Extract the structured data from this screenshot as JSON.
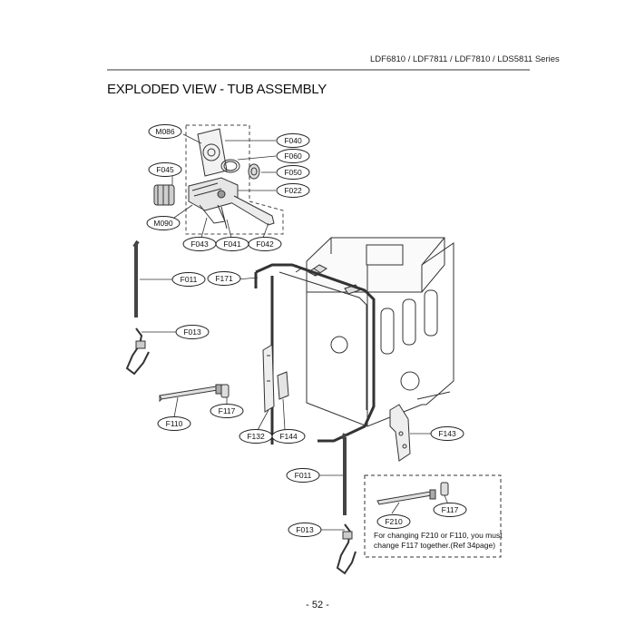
{
  "header": {
    "series": "LDF6810 / LDF7811 / LDF7810 / LDS5811 Series",
    "title": "EXPLODED VIEW - TUB ASSEMBLY"
  },
  "labels": {
    "M086": "M086",
    "F040": "F040",
    "F060": "F060",
    "F050": "F050",
    "F022": "F022",
    "F045": "F045",
    "M090": "M090",
    "F043": "F043",
    "F041": "F041",
    "F042": "F042",
    "F011_top": "F011",
    "F171": "F171",
    "F013_top": "F013",
    "F110": "F110",
    "F117_top": "F117",
    "F132": "F132",
    "F144": "F144",
    "F143": "F143",
    "F011_bottom": "F011",
    "F117_box": "F117",
    "F210": "F210",
    "F013_bottom": "F013"
  },
  "note": "For changing F210 or F110, you must change F117 together.(Ref 34page)",
  "footer": {
    "page": "- 52 -"
  }
}
